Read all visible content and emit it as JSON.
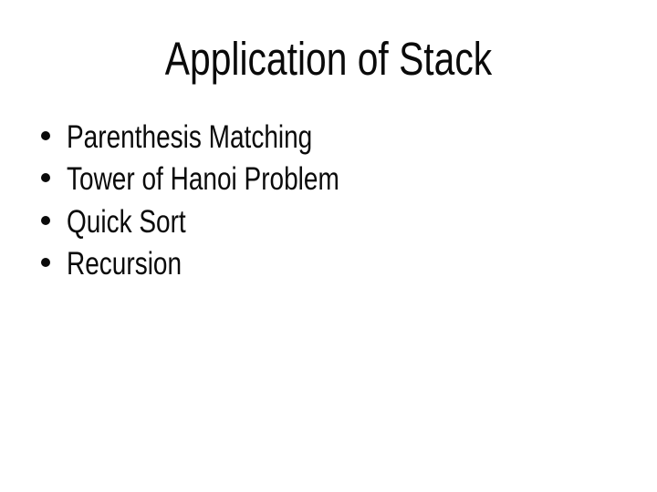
{
  "slide": {
    "title": "Application of Stack",
    "bullets": [
      "Parenthesis Matching",
      "Tower of Hanoi Problem",
      "Quick Sort",
      "Recursion"
    ],
    "colors": {
      "background": "#ffffff",
      "text": "#0a0a0a"
    }
  }
}
